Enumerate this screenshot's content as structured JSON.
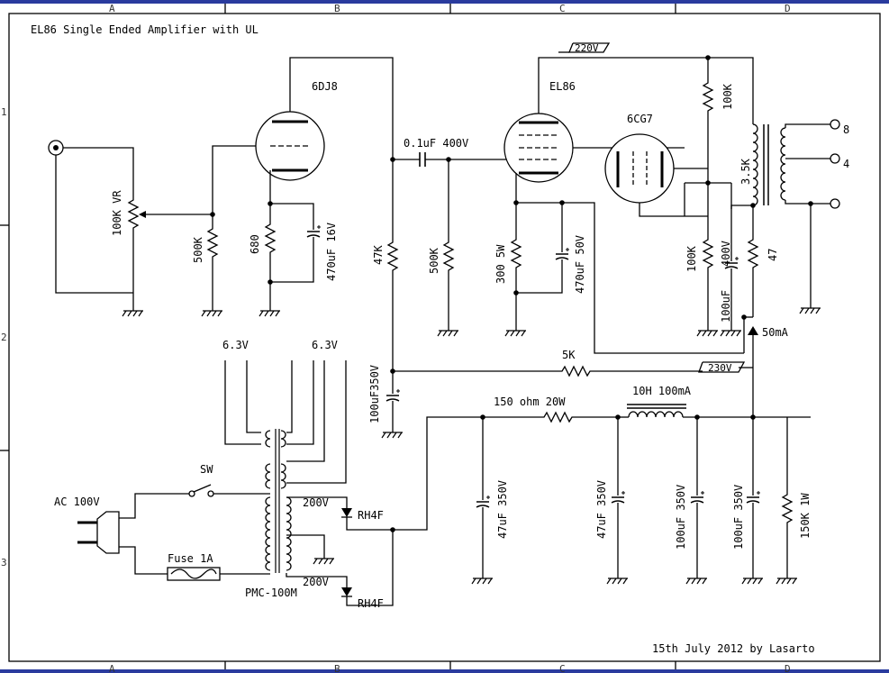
{
  "title": "EL86 Single Ended Amplifier with UL",
  "signature": "15th July 2012 by Lasarto",
  "frame": {
    "columns": [
      "A",
      "B",
      "C",
      "D"
    ],
    "rows": [
      "1",
      "2",
      "3"
    ]
  },
  "tubes": {
    "driver": "6DJ8",
    "output": "EL86",
    "regulator": "6CG7"
  },
  "components": {
    "vr": "100K VR",
    "r_grid_1": "500K",
    "r_cathode_1": "680",
    "c_cathode_1": "470uF 16V",
    "r_plate_1": "47K",
    "c_coupling": "0.1uF 400V",
    "r_grid_2": "500K",
    "r_cathode_2": "300 5W",
    "c_cathode_2": "470uF 50V",
    "r_100k_top": "100K",
    "r_100k_mid": "100K",
    "c_100uf_400v_a": "400V",
    "c_100uf_400v_b": "100uF",
    "r_47": "47",
    "ot_impedance": "3.5K",
    "out_8": "8",
    "out_4": "4",
    "b_plus_220": "220V",
    "b_plus_230": "230V",
    "current_50ma": "50mA",
    "r_5k": "5K",
    "c_decouple": "100uF350V",
    "heater_1": "6.3V",
    "heater_2": "6.3V",
    "switch": "SW",
    "ac_in": "AC 100V",
    "fuse": "Fuse 1A",
    "transformer": "PMC-100M",
    "hv_1": "200V",
    "hv_2": "200V",
    "diode_1": "RH4F",
    "diode_2": "RH4F",
    "r_series": "150 ohm 20W",
    "choke": "10H 100mA",
    "c_filter_1": "47uF 350V",
    "c_filter_2": "47uF 350V",
    "c_filter_3": "100uF 350V",
    "c_filter_4": "100uF 350V",
    "r_bleeder": "150K 1W"
  }
}
